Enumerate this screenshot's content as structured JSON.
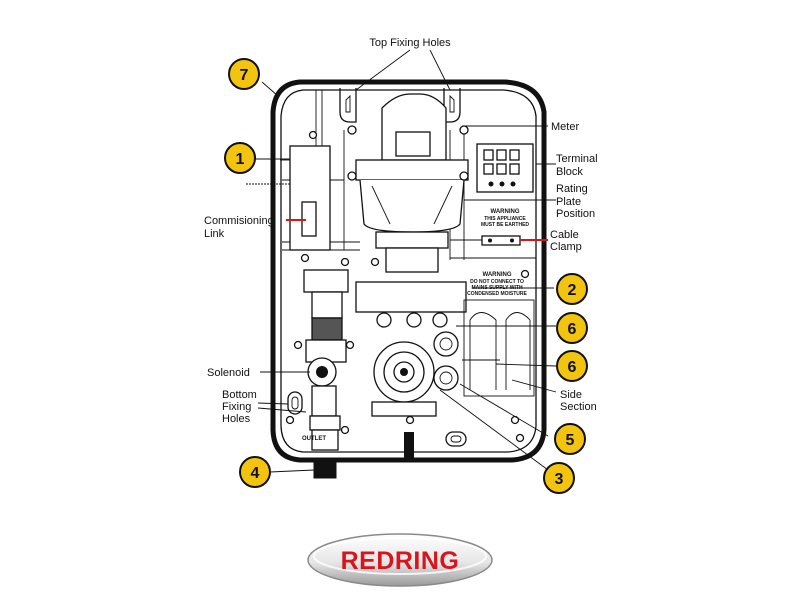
{
  "labels": {
    "top_fixing_holes": "Top Fixing Holes",
    "meter": "Meter",
    "terminal_block": [
      "Terminal",
      "Block"
    ],
    "rating_plate_position": [
      "Rating",
      "Plate",
      "Position"
    ],
    "cable_clamp": [
      "Cable",
      "Clamp"
    ],
    "commissioning_link": [
      "Commisioning",
      "Link"
    ],
    "solenoid": "Solenoid",
    "bottom_fixing_holes": [
      "Bottom",
      "Fixing",
      "Holes"
    ],
    "side_section": [
      "Side",
      "Section"
    ],
    "outlet": "OUTLET"
  },
  "warnings": {
    "upper": [
      "WARNING",
      "THIS APPLIANCE",
      "MUST BE EARTHED"
    ],
    "lower": [
      "WARNING",
      "DO NOT CONNECT TO",
      "MAINS SUPPLY WITH",
      "CONDENSED MOISTURE"
    ]
  },
  "callouts": [
    "1",
    "2",
    "3",
    "4",
    "5",
    "6",
    "6",
    "7"
  ],
  "brand": {
    "name": "REDRING",
    "color": "#d8141c",
    "callout_color": "#f2c40f"
  }
}
